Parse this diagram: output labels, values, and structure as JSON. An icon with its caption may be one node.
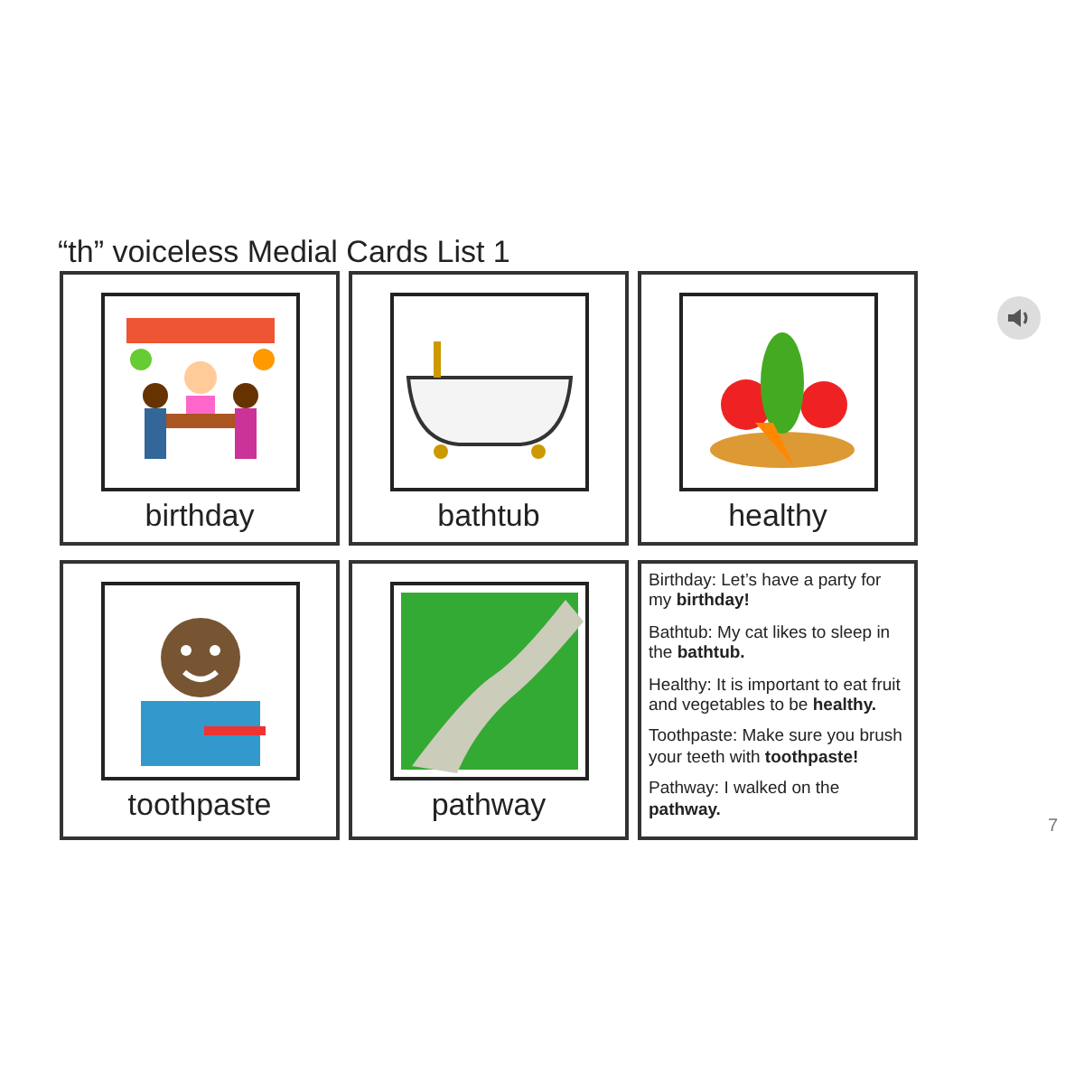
{
  "diagram": {
    "title": "“th” voiceless Medial Cards List 1",
    "nodes": [
      {
        "text": [
          "birthday"
        ]
      },
      {
        "text": [
          "bathtub"
        ]
      },
      {
        "text": [
          "healthy"
        ]
      },
      {
        "text": [
          "toothpaste"
        ]
      },
      {
        "text": [
          "pathway"
        ]
      },
      {
        "text": [
          "Birthday: Let’s have a party for my **birthday!**",
          "Bathtub: My cat likes to sleep in the **bathtub.**",
          "Healthy: It is important to eat fruit and vegetables to be **healthy.**",
          "Toothpaste: Make sure you brush your teeth with **toothpaste!**",
          "Pathway: I walked on the **pathway.**"
        ]
      }
    ],
    "labels": [
      "7"
    ]
  }
}
